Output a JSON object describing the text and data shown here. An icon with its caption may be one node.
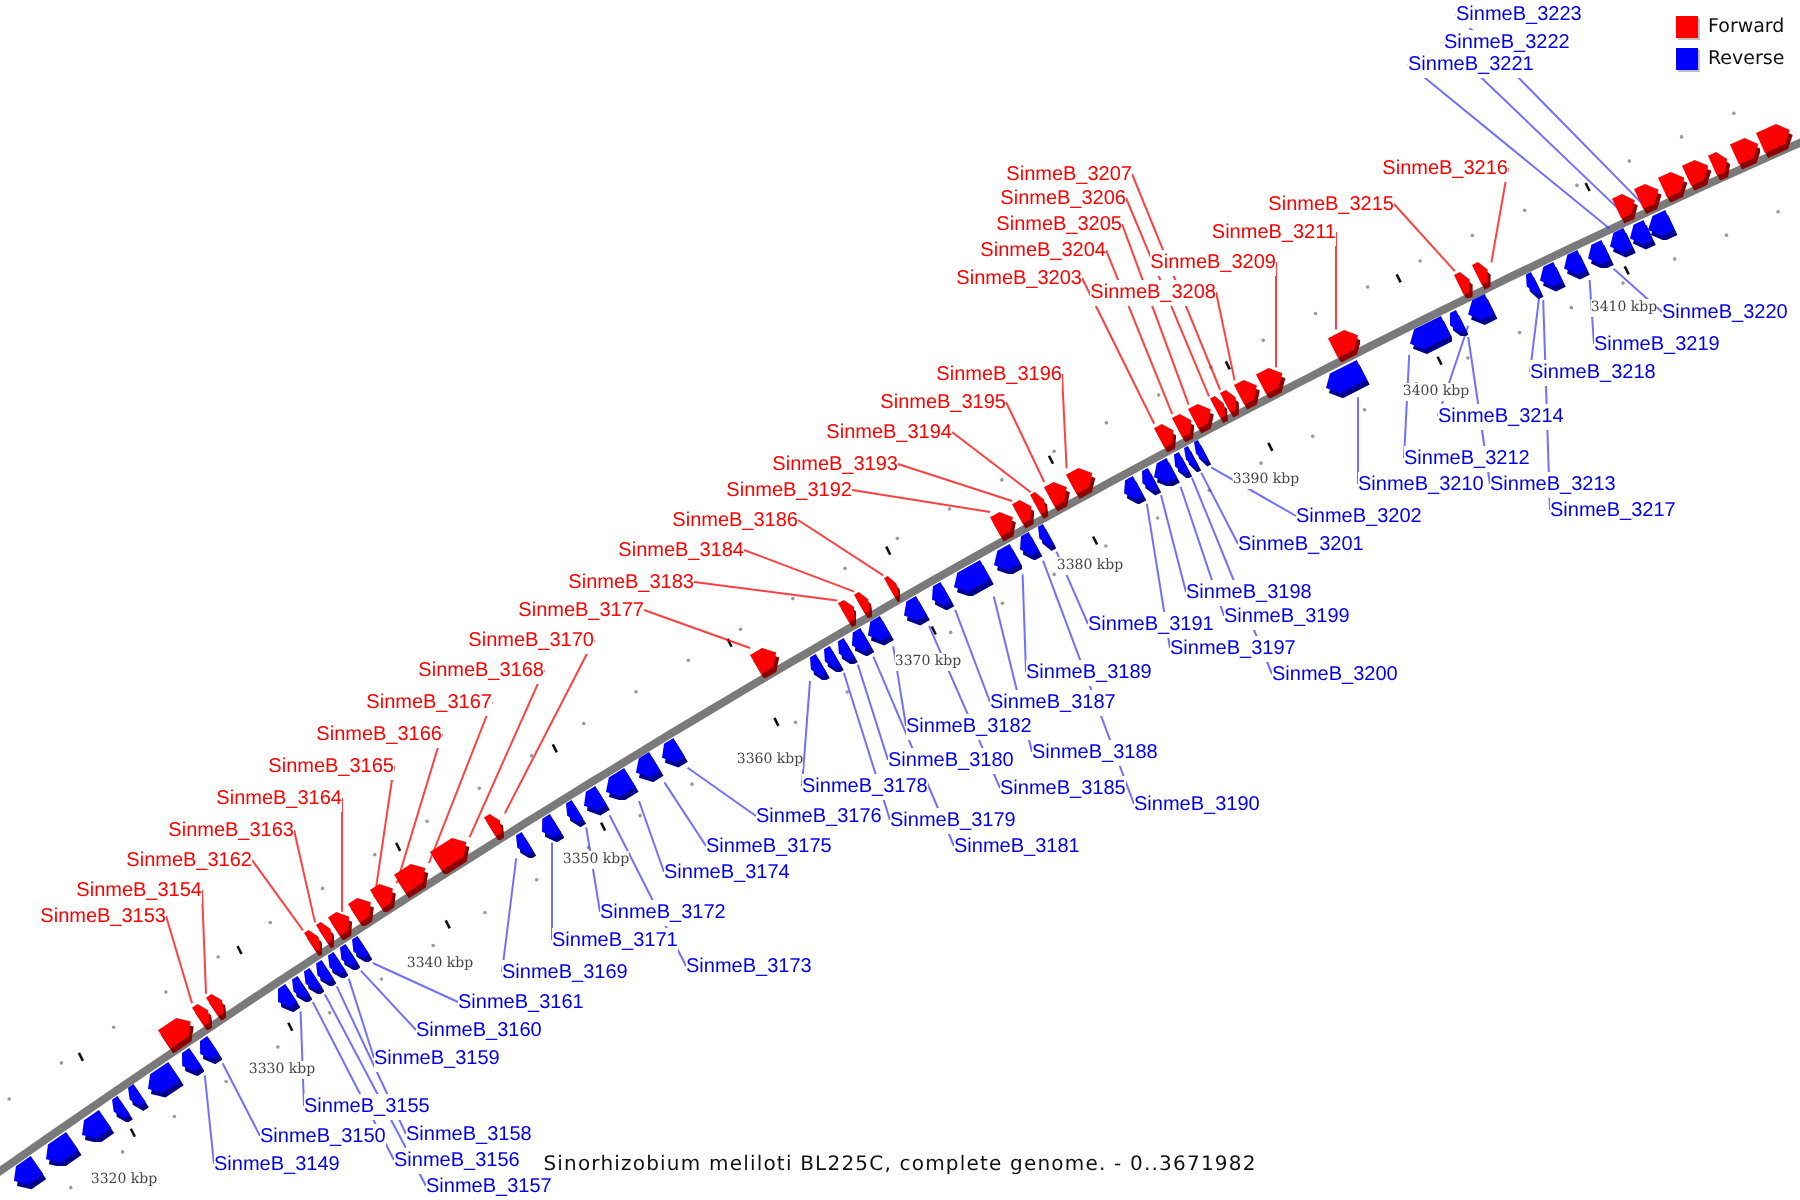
{
  "diagram": {
    "caption": "Sinorhizobium meliloti BL225C, complete genome. - 0..3671982",
    "nodes": [
      {
        "text": [],
        "shape": "arrow"
      },
      {
        "text": [],
        "shape": "arrow"
      },
      {
        "text": [],
        "shape": "arrow"
      },
      {
        "text": [],
        "shape": "arrow"
      },
      {
        "text": [],
        "shape": "arrow"
      },
      {
        "text": [],
        "shape": "arrow"
      },
      {
        "text": [
          "SinmeB_3149"
        ]
      },
      {
        "text": [],
        "shape": "arrow"
      },
      {
        "text": [],
        "shape": "arrow"
      },
      {
        "text": [
          "SinmeB_3150"
        ]
      },
      {
        "text": [],
        "shape": "arrow"
      },
      {
        "text": [
          "SinmeB_3153"
        ]
      },
      {
        "text": [],
        "shape": "arrow"
      },
      {
        "text": [
          "SinmeB_3154"
        ]
      },
      {
        "text": [],
        "shape": "arrow"
      },
      {
        "text": [
          "SinmeB_3155"
        ]
      },
      {
        "text": [],
        "shape": "arrow"
      },
      {
        "text": [
          "SinmeB_3156"
        ]
      },
      {
        "text": [],
        "shape": "arrow"
      },
      {
        "text": [
          "SinmeB_3157"
        ]
      },
      {
        "text": [],
        "shape": "arrow"
      },
      {
        "text": [
          "SinmeB_3158"
        ]
      },
      {
        "text": [],
        "shape": "arrow"
      },
      {
        "text": [
          "SinmeB_3159"
        ]
      },
      {
        "text": [],
        "shape": "arrow"
      },
      {
        "text": [
          "SinmeB_3160"
        ]
      },
      {
        "text": [],
        "shape": "arrow"
      },
      {
        "text": [
          "SinmeB_3161"
        ]
      },
      {
        "text": [],
        "shape": "arrow"
      },
      {
        "text": [
          "SinmeB_3162"
        ]
      },
      {
        "text": [],
        "shape": "arrow"
      },
      {
        "text": [
          "SinmeB_3163"
        ]
      },
      {
        "text": [],
        "shape": "arrow"
      },
      {
        "text": [
          "SinmeB_3164"
        ]
      },
      {
        "text": [],
        "shape": "arrow"
      },
      {
        "text": [
          "SinmeB_3165"
        ]
      },
      {
        "text": [],
        "shape": "arrow"
      },
      {
        "text": [
          "SinmeB_3166"
        ]
      },
      {
        "text": [],
        "shape": "arrow"
      },
      {
        "text": [
          "SinmeB_3167"
        ]
      },
      {
        "text": [],
        "shape": "arrow"
      },
      {
        "text": [
          "SinmeB_3168"
        ]
      },
      {
        "text": [],
        "shape": "arrow"
      },
      {
        "text": [
          "SinmeB_3169"
        ]
      },
      {
        "text": [],
        "shape": "arrow"
      },
      {
        "text": [
          "SinmeB_3170"
        ]
      },
      {
        "text": [],
        "shape": "arrow"
      },
      {
        "text": [
          "SinmeB_3171"
        ]
      },
      {
        "text": [],
        "shape": "arrow"
      },
      {
        "text": [
          "SinmeB_3172"
        ]
      },
      {
        "text": [],
        "shape": "arrow"
      },
      {
        "text": [
          "SinmeB_3173"
        ]
      },
      {
        "text": [],
        "shape": "arrow"
      },
      {
        "text": [
          "SinmeB_3174"
        ]
      },
      {
        "text": [],
        "shape": "arrow"
      },
      {
        "text": [
          "SinmeB_3175"
        ]
      },
      {
        "text": [],
        "shape": "arrow"
      },
      {
        "text": [
          "SinmeB_3176"
        ]
      },
      {
        "text": [],
        "shape": "arrow"
      },
      {
        "text": [
          "SinmeB_3177"
        ]
      },
      {
        "text": [],
        "shape": "arrow"
      },
      {
        "text": [
          "SinmeB_3178"
        ]
      },
      {
        "text": [],
        "shape": "arrow"
      },
      {
        "text": [
          "SinmeB_3179"
        ]
      },
      {
        "text": [],
        "shape": "arrow"
      },
      {
        "text": [
          "SinmeB_3180"
        ]
      },
      {
        "text": [],
        "shape": "arrow"
      },
      {
        "text": [
          "SinmeB_3181"
        ]
      },
      {
        "text": [],
        "shape": "arrow"
      },
      {
        "text": [
          "SinmeB_3182"
        ]
      },
      {
        "text": [],
        "shape": "arrow"
      },
      {
        "text": [
          "SinmeB_3183"
        ]
      },
      {
        "text": [],
        "shape": "arrow"
      },
      {
        "text": [
          "SinmeB_3184"
        ]
      },
      {
        "text": [],
        "shape": "arrow"
      },
      {
        "text": [
          "SinmeB_3185"
        ]
      },
      {
        "text": [],
        "shape": "arrow"
      },
      {
        "text": [
          "SinmeB_3186"
        ]
      },
      {
        "text": [],
        "shape": "arrow"
      },
      {
        "text": [
          "SinmeB_3187"
        ]
      },
      {
        "text": [],
        "shape": "arrow"
      },
      {
        "text": [
          "SinmeB_3188"
        ]
      },
      {
        "text": [],
        "shape": "arrow"
      },
      {
        "text": [
          "SinmeB_3189"
        ]
      },
      {
        "text": [],
        "shape": "arrow"
      },
      {
        "text": [
          "SinmeB_3190"
        ]
      },
      {
        "text": [],
        "shape": "arrow"
      },
      {
        "text": [
          "SinmeB_3191"
        ]
      },
      {
        "text": [],
        "shape": "arrow"
      },
      {
        "text": [
          "SinmeB_3192"
        ]
      },
      {
        "text": [],
        "shape": "arrow"
      },
      {
        "text": [
          "SinmeB_3193"
        ]
      },
      {
        "text": [],
        "shape": "arrow"
      },
      {
        "text": [
          "SinmeB_3194"
        ]
      },
      {
        "text": [],
        "shape": "arrow"
      },
      {
        "text": [
          "SinmeB_3195"
        ]
      },
      {
        "text": [],
        "shape": "arrow"
      },
      {
        "text": [
          "SinmeB_3196"
        ]
      },
      {
        "text": [],
        "shape": "arrow"
      },
      {
        "text": [
          "SinmeB_3197"
        ]
      },
      {
        "text": [],
        "shape": "arrow"
      },
      {
        "text": [
          "SinmeB_3198"
        ]
      },
      {
        "text": [],
        "shape": "arrow"
      },
      {
        "text": [
          "SinmeB_3199"
        ]
      },
      {
        "text": [],
        "shape": "arrow"
      },
      {
        "text": [
          "SinmeB_3200"
        ]
      },
      {
        "text": [],
        "shape": "arrow"
      },
      {
        "text": [
          "SinmeB_3201"
        ]
      },
      {
        "text": [],
        "shape": "arrow"
      },
      {
        "text": [
          "SinmeB_3202"
        ]
      },
      {
        "text": [],
        "shape": "arrow"
      },
      {
        "text": [
          "SinmeB_3203"
        ]
      },
      {
        "text": [],
        "shape": "arrow"
      },
      {
        "text": [
          "SinmeB_3204"
        ]
      },
      {
        "text": [],
        "shape": "arrow"
      },
      {
        "text": [
          "SinmeB_3205"
        ]
      },
      {
        "text": [],
        "shape": "arrow"
      },
      {
        "text": [
          "SinmeB_3206"
        ]
      },
      {
        "text": [],
        "shape": "arrow"
      },
      {
        "text": [
          "SinmeB_3207"
        ]
      },
      {
        "text": [],
        "shape": "arrow"
      },
      {
        "text": [
          "SinmeB_3208"
        ]
      },
      {
        "text": [],
        "shape": "arrow"
      },
      {
        "text": [
          "SinmeB_3209"
        ]
      },
      {
        "text": [],
        "shape": "arrow"
      },
      {
        "text": [
          "SinmeB_3210"
        ]
      },
      {
        "text": [],
        "shape": "arrow"
      },
      {
        "text": [
          "SinmeB_3211"
        ]
      },
      {
        "text": [],
        "shape": "arrow"
      },
      {
        "text": [
          "SinmeB_3212"
        ]
      },
      {
        "text": [],
        "shape": "arrow"
      },
      {
        "text": [
          "SinmeB_3213"
        ]
      },
      {
        "text": [],
        "shape": "arrow"
      },
      {
        "text": [
          "SinmeB_3214"
        ]
      },
      {
        "text": [],
        "shape": "arrow"
      },
      {
        "text": [
          "SinmeB_3215"
        ]
      },
      {
        "text": [],
        "shape": "arrow"
      },
      {
        "text": [
          "SinmeB_3216"
        ]
      },
      {
        "text": [],
        "shape": "arrow"
      },
      {
        "text": [
          "SinmeB_3217"
        ]
      },
      {
        "text": [],
        "shape": "arrow"
      },
      {
        "text": [
          "SinmeB_3218"
        ]
      },
      {
        "text": [],
        "shape": "arrow"
      },
      {
        "text": [
          "SinmeB_3219"
        ]
      },
      {
        "text": [],
        "shape": "arrow"
      },
      {
        "text": [
          "SinmeB_3220"
        ]
      },
      {
        "text": [],
        "shape": "arrow"
      },
      {
        "text": [
          "SinmeB_3221"
        ]
      },
      {
        "text": [],
        "shape": "arrow"
      },
      {
        "text": [
          "SinmeB_3222"
        ]
      },
      {
        "text": [],
        "shape": "arrow"
      },
      {
        "text": [
          "SinmeB_3223"
        ]
      },
      {
        "text": [],
        "shape": "arrow"
      },
      {
        "text": [],
        "shape": "arrow"
      },
      {
        "text": [],
        "shape": "arrow"
      },
      {
        "text": [],
        "shape": "arrow"
      },
      {
        "text": [],
        "shape": "arrow"
      },
      {
        "text": [],
        "shape": "arrow"
      },
      {
        "text": [],
        "shape": "arrow"
      },
      {
        "text": [],
        "shape": "arrow"
      }
    ],
    "edges": [
      {
        "from": 6,
        "to": 7,
        "arrow": "none"
      },
      {
        "from": 9,
        "to": 10,
        "arrow": "none"
      },
      {
        "from": 11,
        "to": 12,
        "arrow": "none",
        "color": "#ff0000"
      },
      {
        "from": 13,
        "to": 14,
        "arrow": "none",
        "color": "#ff0000"
      },
      {
        "from": 15,
        "to": 16,
        "arrow": "none"
      },
      {
        "from": 17,
        "to": 18,
        "arrow": "none"
      },
      {
        "from": 19,
        "to": 20,
        "arrow": "none"
      },
      {
        "from": 21,
        "to": 22,
        "arrow": "none"
      },
      {
        "from": 23,
        "to": 24,
        "arrow": "none"
      },
      {
        "from": 25,
        "to": 26,
        "arrow": "none"
      },
      {
        "from": 27,
        "to": 28,
        "arrow": "none"
      },
      {
        "from": 29,
        "to": 30,
        "arrow": "none",
        "color": "#ff0000"
      },
      {
        "from": 31,
        "to": 32,
        "arrow": "none",
        "color": "#ff0000"
      },
      {
        "from": 33,
        "to": 34,
        "arrow": "none",
        "color": "#ff0000"
      },
      {
        "from": 35,
        "to": 36,
        "arrow": "none",
        "color": "#ff0000"
      },
      {
        "from": 37,
        "to": 38,
        "arrow": "none",
        "color": "#ff0000"
      },
      {
        "from": 39,
        "to": 40,
        "arrow": "none",
        "color": "#ff0000"
      },
      {
        "from": 41,
        "to": 42,
        "arrow": "none",
        "color": "#ff0000"
      },
      {
        "from": 43,
        "to": 44,
        "arrow": "none"
      },
      {
        "from": 45,
        "to": 46,
        "arrow": "none",
        "color": "#ff0000"
      },
      {
        "from": 47,
        "to": 48,
        "arrow": "none"
      },
      {
        "from": 49,
        "to": 50,
        "arrow": "none"
      },
      {
        "from": 51,
        "to": 52,
        "arrow": "none"
      },
      {
        "from": 53,
        "to": 54,
        "arrow": "none"
      },
      {
        "from": 55,
        "to": 56,
        "arrow": "none"
      },
      {
        "from": 57,
        "to": 58,
        "arrow": "none"
      },
      {
        "from": 59,
        "to": 60,
        "arrow": "none",
        "color": "#ff0000"
      },
      {
        "from": 61,
        "to": 62,
        "arrow": "none"
      },
      {
        "from": 63,
        "to": 64,
        "arrow": "none"
      },
      {
        "from": 65,
        "to": 66,
        "arrow": "none"
      },
      {
        "from": 67,
        "to": 68,
        "arrow": "none"
      },
      {
        "from": 69,
        "to": 70,
        "arrow": "none"
      },
      {
        "from": 71,
        "to": 72,
        "arrow": "none",
        "color": "#ff0000"
      },
      {
        "from": 73,
        "to": 74,
        "arrow": "none",
        "color": "#ff0000"
      },
      {
        "from": 75,
        "to": 76,
        "arrow": "none"
      },
      {
        "from": 77,
        "to": 78,
        "arrow": "none",
        "color": "#ff0000"
      },
      {
        "from": 79,
        "to": 80,
        "arrow": "none"
      },
      {
        "from": 81,
        "to": 82,
        "arrow": "none"
      },
      {
        "from": 83,
        "to": 84,
        "arrow": "none"
      },
      {
        "from": 85,
        "to": 86,
        "arrow": "none"
      },
      {
        "from": 87,
        "to": 88,
        "arrow": "none"
      },
      {
        "from": 89,
        "to": 90,
        "arrow": "none",
        "color": "#ff0000"
      },
      {
        "from": 91,
        "to": 92,
        "arrow": "none",
        "color": "#ff0000"
      },
      {
        "from": 93,
        "to": 94,
        "arrow": "none",
        "color": "#ff0000"
      },
      {
        "from": 95,
        "to": 96,
        "arrow": "none",
        "color": "#ff0000"
      },
      {
        "from": 97,
        "to": 98,
        "arrow": "none",
        "color": "#ff0000"
      },
      {
        "from": 99,
        "to": 100,
        "arrow": "none"
      },
      {
        "from": 101,
        "to": 102,
        "arrow": "none"
      },
      {
        "from": 103,
        "to": 104,
        "arrow": "none"
      },
      {
        "from": 105,
        "to": 106,
        "arrow": "none"
      },
      {
        "from": 107,
        "to": 108,
        "arrow": "none"
      },
      {
        "from": 109,
        "to": 110,
        "arrow": "none"
      },
      {
        "from": 111,
        "to": 112,
        "arrow": "none",
        "color": "#ff0000"
      },
      {
        "from": 113,
        "to": 114,
        "arrow": "none",
        "color": "#ff0000"
      },
      {
        "from": 115,
        "to": 116,
        "arrow": "none",
        "color": "#ff0000"
      },
      {
        "from": 117,
        "to": 118,
        "arrow": "none",
        "color": "#ff0000"
      },
      {
        "from": 119,
        "to": 120,
        "arrow": "none",
        "color": "#ff0000"
      },
      {
        "from": 121,
        "to": 122,
        "arrow": "none",
        "color": "#ff0000"
      },
      {
        "from": 123,
        "to": 124,
        "arrow": "none",
        "color": "#ff0000"
      },
      {
        "from": 125,
        "to": 126,
        "arrow": "none"
      },
      {
        "from": 127,
        "to": 128,
        "arrow": "none",
        "color": "#ff0000"
      },
      {
        "from": 129,
        "to": 130,
        "arrow": "none"
      },
      {
        "from": 131,
        "to": 132,
        "arrow": "none"
      },
      {
        "from": 133,
        "to": 134,
        "arrow": "none"
      },
      {
        "from": 135,
        "to": 136,
        "arrow": "none",
        "color": "#ff0000"
      },
      {
        "from": 137,
        "to": 138,
        "arrow": "none",
        "color": "#ff0000"
      },
      {
        "from": 139,
        "to": 140,
        "arrow": "none"
      },
      {
        "from": 141,
        "to": 142,
        "arrow": "none"
      },
      {
        "from": 143,
        "to": 144,
        "arrow": "none"
      },
      {
        "from": 145,
        "to": 146,
        "arrow": "none"
      },
      {
        "from": 147,
        "to": 148,
        "arrow": "none"
      },
      {
        "from": 149,
        "to": 150,
        "arrow": "none"
      },
      {
        "from": 151,
        "to": 152,
        "arrow": "none"
      }
    ],
    "labels": [
      "3320 kbp",
      "3330 kbp",
      "3340 kbp",
      "3350 kbp",
      "3360 kbp",
      "3370 kbp",
      "3380 kbp",
      "3390 kbp",
      "3400 kbp",
      "3410 kbp"
    ],
    "legend": [
      {
        "text": "Forward",
        "color": "#ff0000"
      },
      {
        "text": "Reverse",
        "color": "#0000ff"
      }
    ]
  }
}
